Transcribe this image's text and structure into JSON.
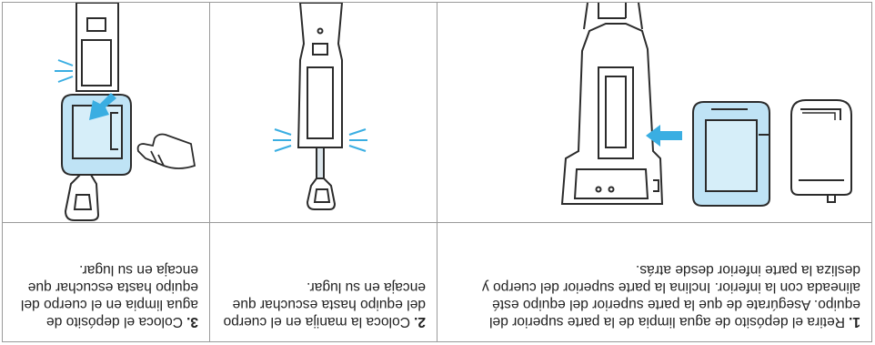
{
  "steps": [
    {
      "number": "1.",
      "text": "Retira el depósito de agua limpia de la parte superior del equipo. Asegúrate de que la parte superior del equipo esté alineada con la inferior. Inclina la parte superior del cuerpo y desliza la parte inferior desde atrás."
    },
    {
      "number": "2.",
      "text": "Coloca la manija en el cuerpo del equipo hasta escuchar que encaja en su lugar."
    },
    {
      "number": "3.",
      "text": "Coloca el depósito de agua limpia en el cuerpo del equipo hasta escuchar que encaja en su lugar."
    }
  ],
  "colors": {
    "tank": "#bfe3f5",
    "arrow": "#3aaee2",
    "line": "#2b2b2b",
    "border": "#9a9a9a"
  }
}
